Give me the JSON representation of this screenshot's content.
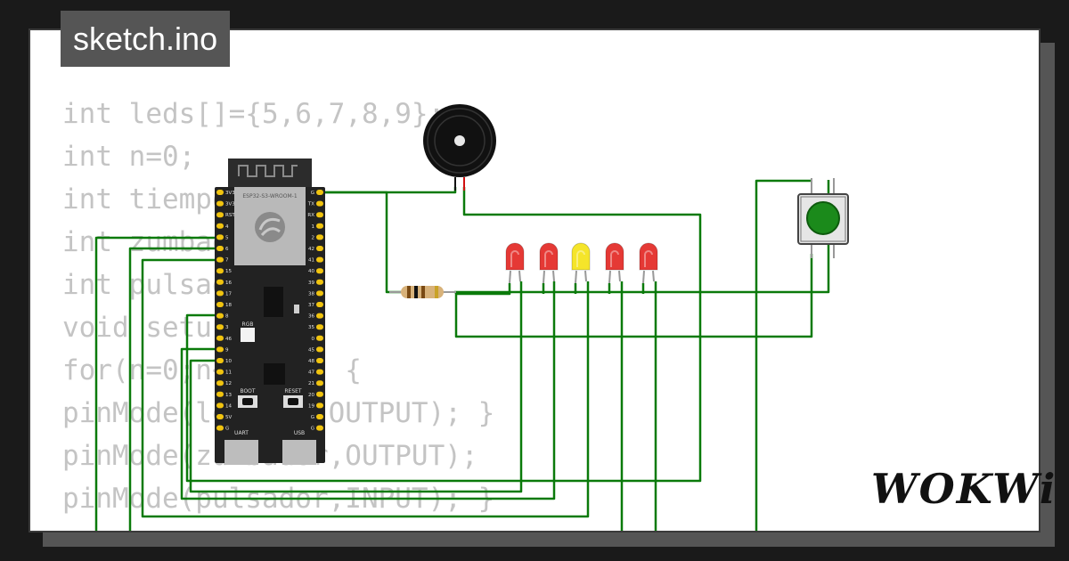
{
  "file_tab": {
    "label": "sketch.ino"
  },
  "code_lines": [
    "int leds[]={5,6,7,8,9};",
    "int n=0;",
    "int tiempo",
    "int zumbador",
    "int pulsador",
    "void setup(",
    "for(n=0;n<5;n++) {",
    "pinMode(leds[n],OUTPUT); }",
    "pinMode(zumbador,OUTPUT);",
    "pinMode(pulsador,INPUT); }"
  ],
  "board": {
    "module_label": "ESP32-S3-WROOM-1",
    "rgb_label": "RGB",
    "boot_label": "BOOT",
    "reset_label": "RESET",
    "uart_label": "UART",
    "usb_label": "USB",
    "left_pins": [
      "3V3",
      "3V3",
      "RST",
      "4",
      "5",
      "6",
      "7",
      "15",
      "16",
      "17",
      "18",
      "8",
      "3",
      "46",
      "9",
      "10",
      "11",
      "12",
      "13",
      "14",
      "5V",
      "G"
    ],
    "right_pins": [
      "G",
      "TX",
      "RX",
      "1",
      "2",
      "42",
      "41",
      "40",
      "39",
      "38",
      "37",
      "36",
      "35",
      "0",
      "45",
      "48",
      "47",
      "21",
      "20",
      "19",
      "G",
      "G"
    ]
  },
  "leds": [
    {
      "color": "#e53935"
    },
    {
      "color": "#e53935"
    },
    {
      "color": "#f5e52a"
    },
    {
      "color": "#e53935"
    },
    {
      "color": "#e53935"
    }
  ],
  "button_color": "#1b8a1b",
  "wire_color": "#0a7a0a",
  "logo": {
    "text": "WOKWi"
  }
}
